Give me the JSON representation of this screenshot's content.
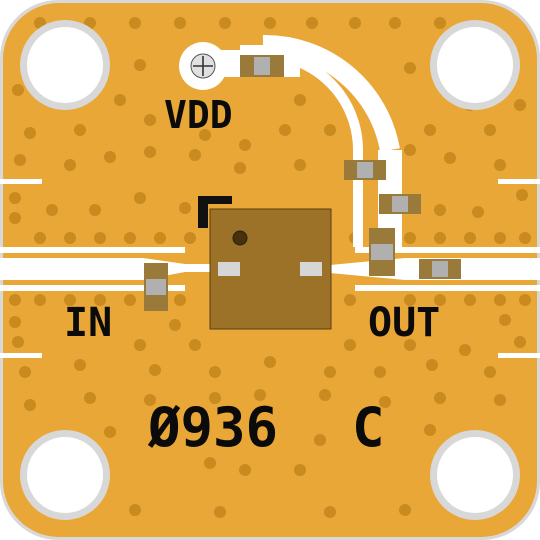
{
  "board": {
    "substrate_color": "#e8a737",
    "edge_color": "#d8d8d8",
    "trace_color": "#ffffff",
    "via_color": "#c98a1f",
    "silkscreen_color": "#0b0b0b",
    "chip_color": "#9c7228",
    "component_color": "#a9a9a9"
  },
  "labels": {
    "vdd": "VDD",
    "input": "IN",
    "output": "OUT",
    "part_number": "Ø936",
    "revision": "C"
  },
  "components": {
    "mounting_holes": 4,
    "smd_components": 6,
    "ic_packages": 1
  }
}
